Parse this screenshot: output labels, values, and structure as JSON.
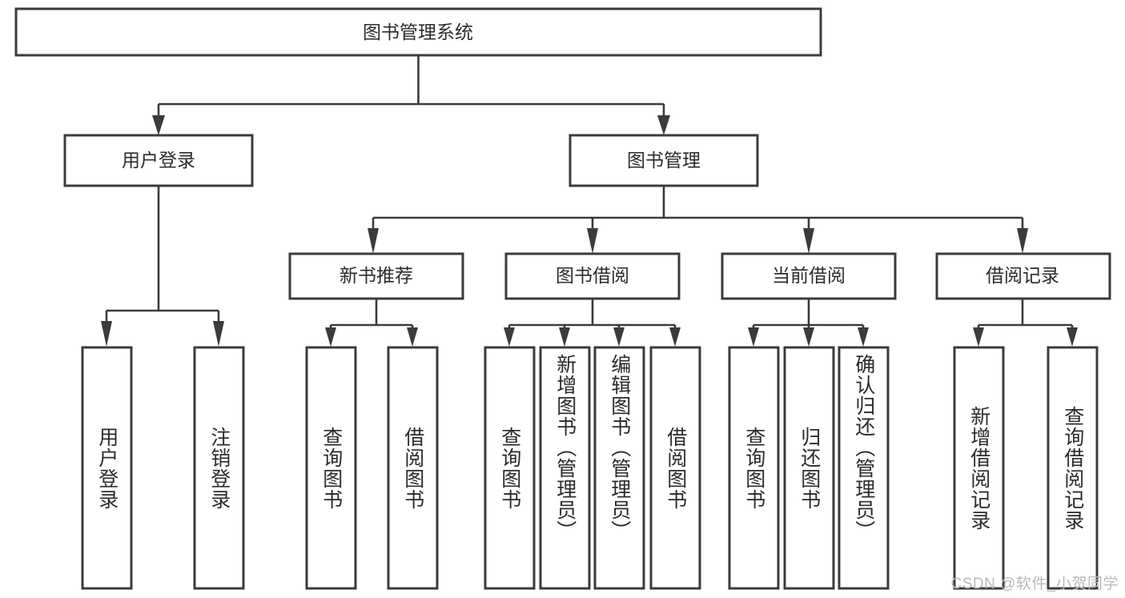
{
  "diagram": {
    "title_node": "图书管理系统",
    "type": "tree-hierarchy-diagram",
    "orientation": "top-down",
    "colors": {
      "box_stroke": "#3b3b3b",
      "box_fill": "#ffffff",
      "text": "#2b2b2b",
      "background": "#ffffff",
      "watermark": "#b9b9b9"
    },
    "levels": {
      "level1": [
        {
          "id": "root",
          "label": "图书管理系统",
          "orientation": "horizontal"
        }
      ],
      "level2": [
        {
          "id": "login",
          "label": "用户登录",
          "orientation": "horizontal"
        },
        {
          "id": "bookmgmt",
          "label": "图书管理",
          "orientation": "horizontal"
        }
      ],
      "level3": [
        {
          "id": "newbook",
          "label": "新书推荐",
          "orientation": "horizontal"
        },
        {
          "id": "borrow",
          "label": "图书借阅",
          "orientation": "horizontal"
        },
        {
          "id": "current",
          "label": "当前借阅",
          "orientation": "horizontal"
        },
        {
          "id": "records",
          "label": "借阅记录",
          "orientation": "horizontal"
        }
      ],
      "level4": [
        {
          "id": "leaf1",
          "label": "用户登录",
          "orientation": "vertical",
          "parent": "login"
        },
        {
          "id": "leaf2",
          "label": "注销登录",
          "orientation": "vertical",
          "parent": "login"
        },
        {
          "id": "leaf3",
          "label": "查询图书",
          "orientation": "vertical",
          "parent": "newbook"
        },
        {
          "id": "leaf4",
          "label": "借阅图书",
          "orientation": "vertical",
          "parent": "newbook"
        },
        {
          "id": "leaf5",
          "label": "查询图书",
          "orientation": "vertical",
          "parent": "borrow"
        },
        {
          "id": "leaf6",
          "label": "新增图书（管理员）",
          "orientation": "vertical",
          "parent": "borrow"
        },
        {
          "id": "leaf7",
          "label": "编辑图书（管理员）",
          "orientation": "vertical",
          "parent": "borrow"
        },
        {
          "id": "leaf8",
          "label": "借阅图书",
          "orientation": "vertical",
          "parent": "borrow"
        },
        {
          "id": "leaf9",
          "label": "查询图书",
          "orientation": "vertical",
          "parent": "current"
        },
        {
          "id": "leaf10",
          "label": "归还图书",
          "orientation": "vertical",
          "parent": "current"
        },
        {
          "id": "leaf11",
          "label": "确认归还（管理员）",
          "orientation": "vertical",
          "parent": "current"
        },
        {
          "id": "leaf12",
          "label": "新增借阅记录",
          "orientation": "vertical",
          "parent": "records"
        },
        {
          "id": "leaf13",
          "label": "查询借阅记录",
          "orientation": "vertical",
          "parent": "records"
        }
      ]
    },
    "watermark": "CSDN @软件_小贺同学"
  }
}
